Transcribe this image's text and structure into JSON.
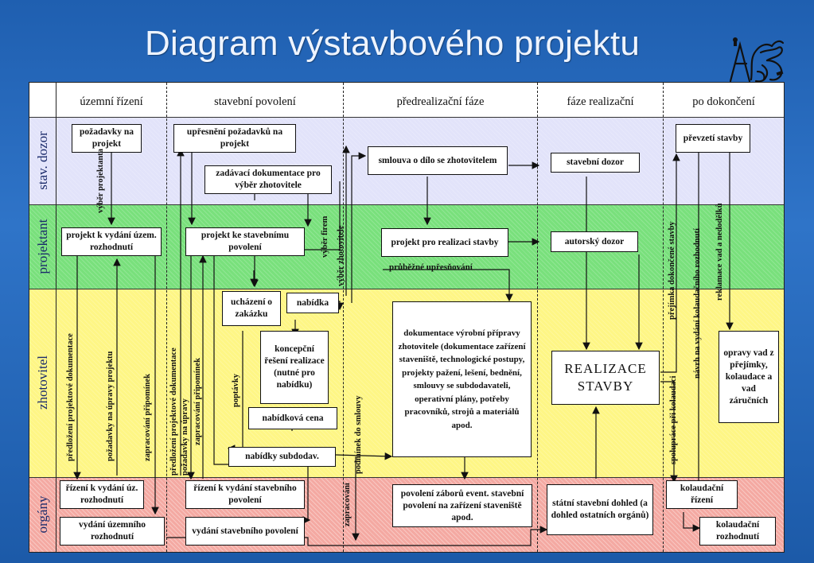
{
  "title": "Diagram výstavbového projektu",
  "phases": [
    "územní řízení",
    "stavební povolení",
    "předrealizační fáze",
    "fáze realizační",
    "po dokončení"
  ],
  "lanes": [
    "stav. dozor",
    "projektant",
    "zhotovitel",
    "orgány"
  ],
  "boxes": {
    "pozadavky": "požadavky na projekt",
    "upresneni": "upřesnění požadavků na projekt",
    "zadavaci": "zadávací dokumentace pro výběr zhotovitele",
    "smlouva": "smlouva o dílo se zhotovitelem",
    "stavebni_dozor": "stavební dozor",
    "prevzeti": "převzetí stavby",
    "projekt_uzem": "projekt k vydání územ. rozhodnutí",
    "projekt_stav": "projekt ke stavebnímu povolení",
    "projekt_real": "projekt pro realizaci stavby",
    "autorsky": "autorský dozor",
    "uchazeni": "ucházení o zakázku",
    "nabidka": "nabídka",
    "koncepcni": "koncepční řešení realizace (nutné pro nabídku)",
    "nabidkova_cena": "nabídková cena",
    "nabidky_subdodav": "nabídky subdodav.",
    "dokumentace": "dokumentace výrobní přípravy zhotovitele (dokumentace zařízení staveniště, technologické postupy, projekty pažení, lešení, bednění, smlouvy se subdodavateli, operativní plány, potřeby pracovníků, strojů a materiálů apod.",
    "realizace": "REALIZACE STAVBY",
    "opravy": "opravy vad z přejímky, kolaudace a vad záručních",
    "rizeni_uzem": "řízení k vydání úz. rozhodnutí",
    "vydani_uzem": "vydání územního rozhodnutí",
    "rizeni_stav": "řízení k vydání stavebního povolení",
    "vydani_stav": "vydání stavebního povolení",
    "povoleni_zaboru": "povolení záborů event. stavební povolení na zařízení staveniště apod.",
    "statni_dohled": "státní stavební dohled (a dohled ostatních orgánů)",
    "kolaudacni_rizeni": "kolaudační řízení",
    "kolaudacni_rozhodnuti": "kolaudační rozhodnutí"
  },
  "labels": {
    "vyber_projektanta": "výběr projektanta",
    "vyber_firem": "výběr firem",
    "vyber_zhotovitele": "výběr zhotovitele",
    "prubezne": "průběžné upřesňování",
    "predlozeni_uzem": "předložení projektové dokumentace",
    "pozadavky_upravy": "požadavky na úpravy projektu",
    "zapracovani": "zapracování připomínek",
    "predlozeni_stav": "předložení projektové dokumentace",
    "pozadavky_upravy_2": "požadavky na úpravy",
    "zapracovani_2": "zapracování připomínek",
    "poptavky": "poptávky",
    "zapracovani_3": "zapracování",
    "podminek": "podmínek do smlouvy",
    "prejimka": "přejímka dokončené stavby",
    "navrh": "návrh na vydání kolaudačního rozhodnutí",
    "reklamace": "reklamace vad a nedodělků",
    "spoluprace": "spolupráce při kolaudaci"
  },
  "colors": {
    "band_dozor": "#e2e3fa",
    "band_projektant": "#79e07c",
    "band_zhotovitel": "#fef685",
    "band_organy": "#f4a9a2",
    "background": "#2f74c8"
  },
  "icons": [
    "lion-logo-icon"
  ]
}
